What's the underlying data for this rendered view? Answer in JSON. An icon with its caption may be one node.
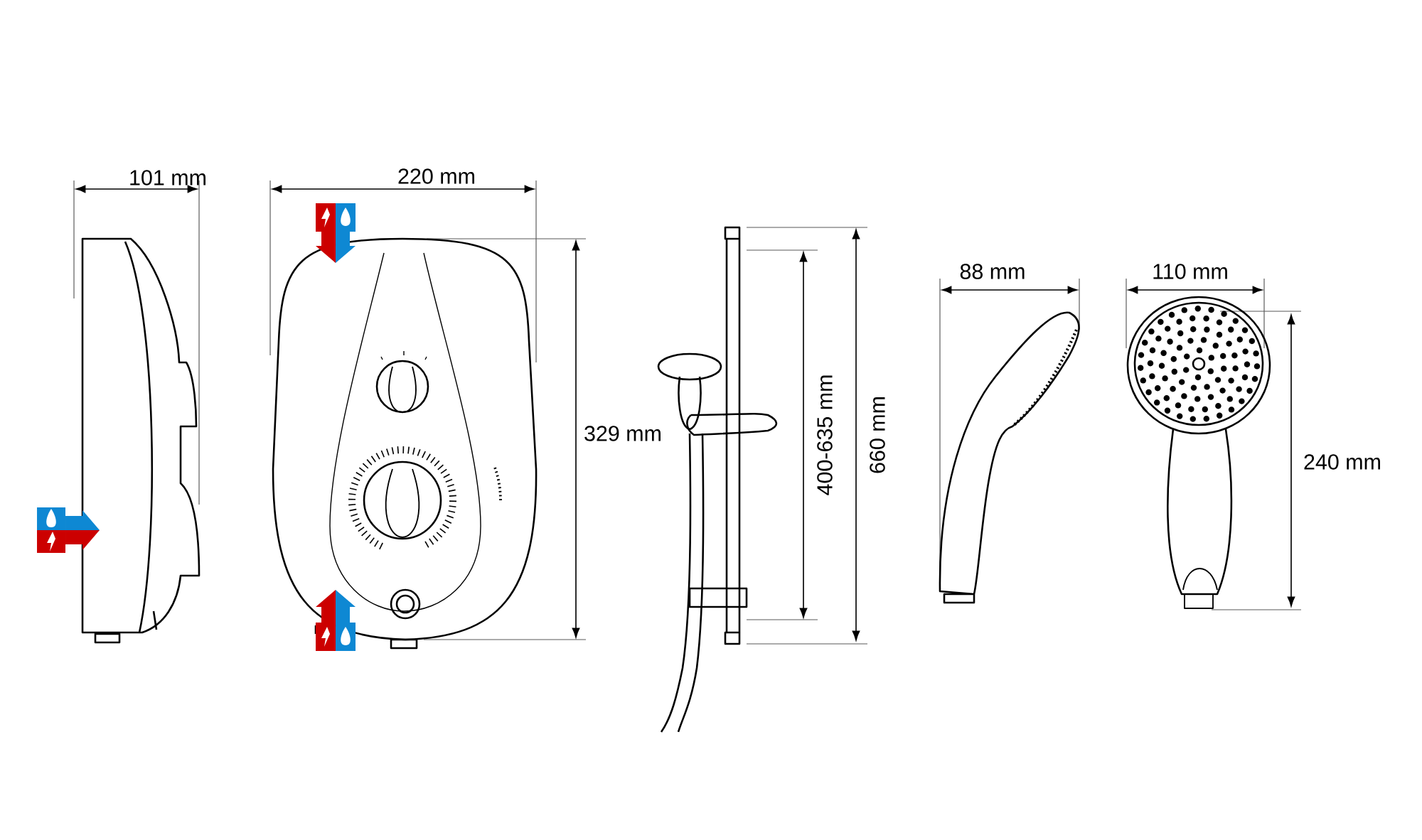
{
  "diagram": {
    "labels": [
      "101 mm",
      "220 mm",
      "329 mm",
      "400-635 mm",
      "660 mm",
      "88 mm",
      "110 mm",
      "240 mm"
    ]
  }
}
